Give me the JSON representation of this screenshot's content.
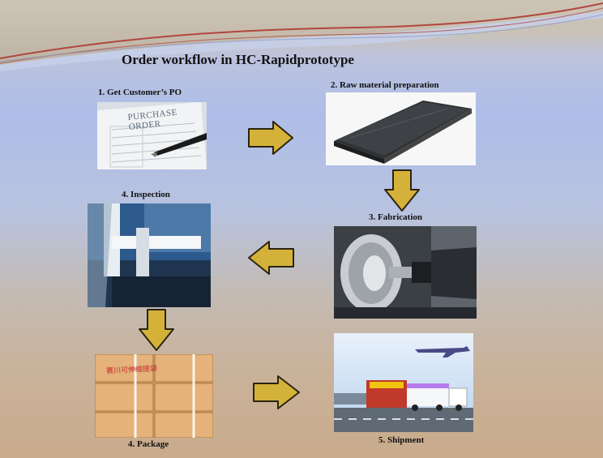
{
  "title": "Order workflow in HC-Rapidprototype",
  "steps": {
    "po": "1. Get Customer’s PO",
    "raw": "2. Raw material preparation",
    "fab": "3. Fabrication",
    "insp": "4. Inspection",
    "pack": "4. Package",
    "ship": "5. Shipment"
  },
  "po_form": {
    "heading": "PURCHASE ORDER"
  },
  "box_print": "赛川可伸缩提袋",
  "colors": {
    "arrow_fill": "#d4b23a",
    "arrow_stroke": "#2a2410",
    "band_red": "#b0473e"
  }
}
